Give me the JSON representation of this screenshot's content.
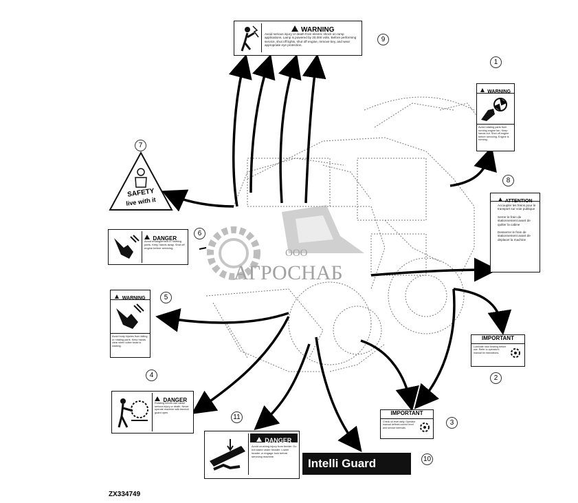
{
  "figure_code": "ZX334749",
  "watermark": {
    "company_form": "ООО",
    "company_name": "АГРОСНАБ"
  },
  "decals": [
    {
      "id": "9",
      "heading": "WARNING",
      "icon": "electric-shock-icon",
      "text": "Avoid serious injury or death from electric shock on ramp applications. Lamp is powered by 20,000 volts. Before performing service, shut off lights, shut off engine, remove key, and wear appropriate eye protection."
    },
    {
      "id": "1",
      "heading": "WARNING",
      "icon": "rotating-blade-hand-icon",
      "text": "Avoid rotating parts from running engine fan. Keep hands out. Shut off engine before servicing. Engine is running."
    },
    {
      "id": "7",
      "heading": "SAFETY",
      "subheading": "live with it",
      "icon": "person-icon"
    },
    {
      "id": "8",
      "heading": "ATTENTION",
      "icon": "attention-triangle-icon",
      "items": [
        "Accoupler les freins pour le transport sur voie publique",
        "Serrer le frein de stationnement avant de quitter la cabine",
        "Desserrer le frein de stationnement avant de déplacer la machine"
      ]
    },
    {
      "id": "6",
      "heading": "DANGER",
      "icon": "hand-entanglement-icon",
      "text": "Avoid entanglement in rotating parts. Keep hands away. Shut off engine before servicing."
    },
    {
      "id": "5",
      "heading": "WARNING",
      "icon": "hand-crush-icon",
      "text": "Avoid body injuries from falling or rotating parts. Keep hands clear when cutter head is rotating."
    },
    {
      "id": "2",
      "heading": "IMPORTANT",
      "icon": "gear-icon",
      "text": "Lubricate rotor bearing before use. Refer to operator's manual for instructions."
    },
    {
      "id": "4",
      "heading": "DANGER",
      "icon": "person-feedroll-icon",
      "text": "Rotating knives can cause serious injury or death. Never operate machine with feedroll guard open."
    },
    {
      "id": "3",
      "heading": "IMPORTANT",
      "icon": "gear-icon",
      "text": "Check oil level daily. Operator manual defines correct level and service intervals."
    },
    {
      "id": "11",
      "heading": "DANGER",
      "icon": "feeder-crush-icon",
      "text": "Avoid crushing injury from feeder. Do not stand under header. Lower header or engage lock before servicing machine."
    },
    {
      "id": "10",
      "heading": "Intelli Guard"
    }
  ]
}
